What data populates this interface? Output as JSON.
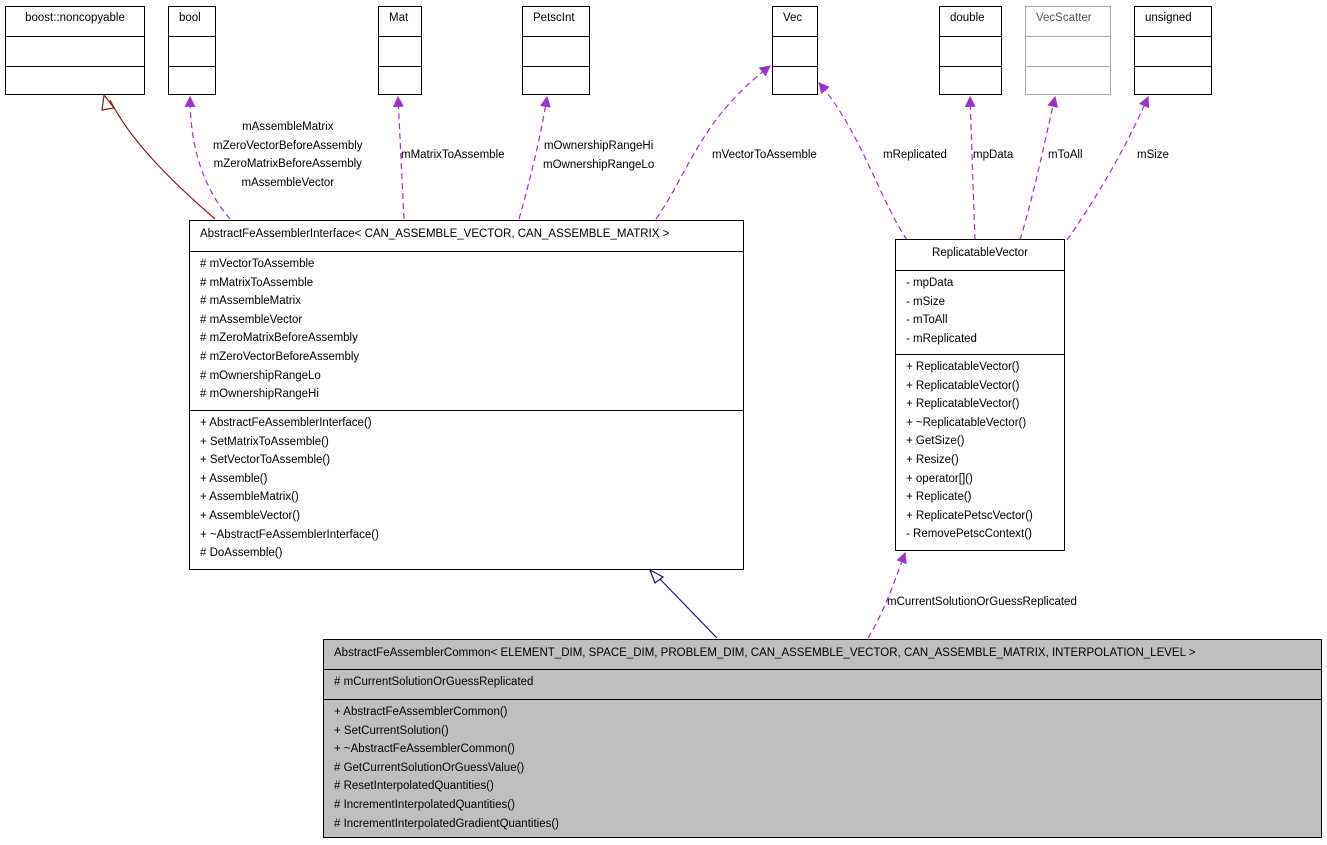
{
  "classes": {
    "noncopyable": {
      "name": "boost::noncopyable"
    },
    "bool": {
      "name": "bool"
    },
    "mat": {
      "name": "Mat"
    },
    "petscint": {
      "name": "PetscInt"
    },
    "vec": {
      "name": "Vec"
    },
    "double": {
      "name": "double"
    },
    "vecscatter": {
      "name": "VecScatter"
    },
    "unsigned": {
      "name": "unsigned"
    },
    "interface": {
      "name": "AbstractFeAssemblerInterface< CAN_ASSEMBLE_VECTOR, CAN_ASSEMBLE_MATRIX >",
      "attributes": [
        "# mVectorToAssemble",
        "# mMatrixToAssemble",
        "# mAssembleMatrix",
        "# mAssembleVector",
        "# mZeroMatrixBeforeAssembly",
        "# mZeroVectorBeforeAssembly",
        "# mOwnershipRangeLo",
        "# mOwnershipRangeHi"
      ],
      "methods": [
        "+ AbstractFeAssemblerInterface()",
        "+ SetMatrixToAssemble()",
        "+ SetVectorToAssemble()",
        "+ Assemble()",
        "+ AssembleMatrix()",
        "+ AssembleVector()",
        "+ ~AbstractFeAssemblerInterface()",
        "# DoAssemble()"
      ]
    },
    "replicatable": {
      "name": "ReplicatableVector",
      "attributes": [
        "- mpData",
        "- mSize",
        "- mToAll",
        "- mReplicated"
      ],
      "methods": [
        "+ ReplicatableVector()",
        "+ ReplicatableVector()",
        "+ ReplicatableVector()",
        "+ ~ReplicatableVector()",
        "+ GetSize()",
        "+ Resize()",
        "+ operator[]()",
        "+ Replicate()",
        "+ ReplicatePetscVector()",
        "- RemovePetscContext()"
      ]
    },
    "common": {
      "name": "AbstractFeAssemblerCommon< ELEMENT_DIM, SPACE_DIM, PROBLEM_DIM, CAN_ASSEMBLE_VECTOR, CAN_ASSEMBLE_MATRIX, INTERPOLATION_LEVEL >",
      "attributes": [
        "# mCurrentSolutionOrGuessReplicated"
      ],
      "methods": [
        "+ AbstractFeAssemblerCommon()",
        "+ SetCurrentSolution()",
        "+ ~AbstractFeAssemblerCommon()",
        "# GetCurrentSolutionOrGuessValue()",
        "# ResetInterpolatedQuantities()",
        "# IncrementInterpolatedQuantities()",
        "# IncrementInterpolatedGradientQuantities()"
      ]
    }
  },
  "edge_labels": {
    "bool_to_interface": [
      "mAssembleMatrix",
      "mZeroVectorBeforeAssembly",
      "mZeroMatrixBeforeAssembly",
      "mAssembleVector"
    ],
    "mat_to_interface": [
      "mMatrixToAssemble"
    ],
    "petscint_to_interface": [
      "mOwnershipRangeHi",
      "mOwnershipRangeLo"
    ],
    "vec_to_interface": [
      "mVectorToAssemble"
    ],
    "vec_to_replicatable": [
      "mReplicated"
    ],
    "double_to_replicatable": [
      "mpData"
    ],
    "vecscatter_to_replicatable": [
      "mToAll"
    ],
    "unsigned_to_replicatable": [
      "mSize"
    ],
    "replicatable_to_common": [
      "mCurrentSolutionOrGuessReplicated"
    ]
  },
  "colors": {
    "inheritance_noncopyable": "#8b1a1a",
    "inheritance_interface": "#191970",
    "usage": "#9a32cd",
    "class_fill_highlight": "#bfbfbf"
  }
}
